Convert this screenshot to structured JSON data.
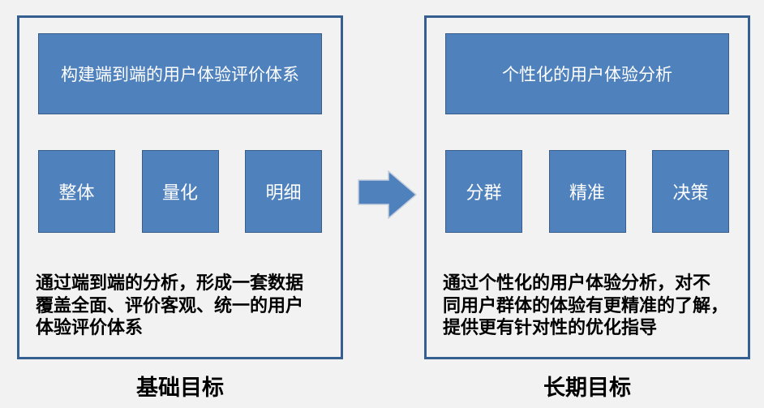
{
  "colors": {
    "background": "#f2f2f3",
    "panel_border": "#365f91",
    "box_fill": "#4f81bd",
    "box_border": "#385d8a",
    "box_text": "#ffffff",
    "body_text": "#000000"
  },
  "arrow": {
    "icon": "right-block-arrow"
  },
  "panels": [
    {
      "title": "构建端到端的用户体验评价体系",
      "sub_boxes": [
        "整体",
        "量化",
        "明细"
      ],
      "description": "通过端到端的分析，形成一套数据\n覆盖全面、评价客观、统一的用户\n体验评价体系",
      "label": "基础目标"
    },
    {
      "title": "个性化的用户体验分析",
      "sub_boxes": [
        "分群",
        "精准",
        "决策"
      ],
      "description": "通过个性化的用户体验分析，对不\n同用户群体的体验有更精准的了解，\n提供更有针对性的优化指导",
      "label": "长期目标"
    }
  ]
}
